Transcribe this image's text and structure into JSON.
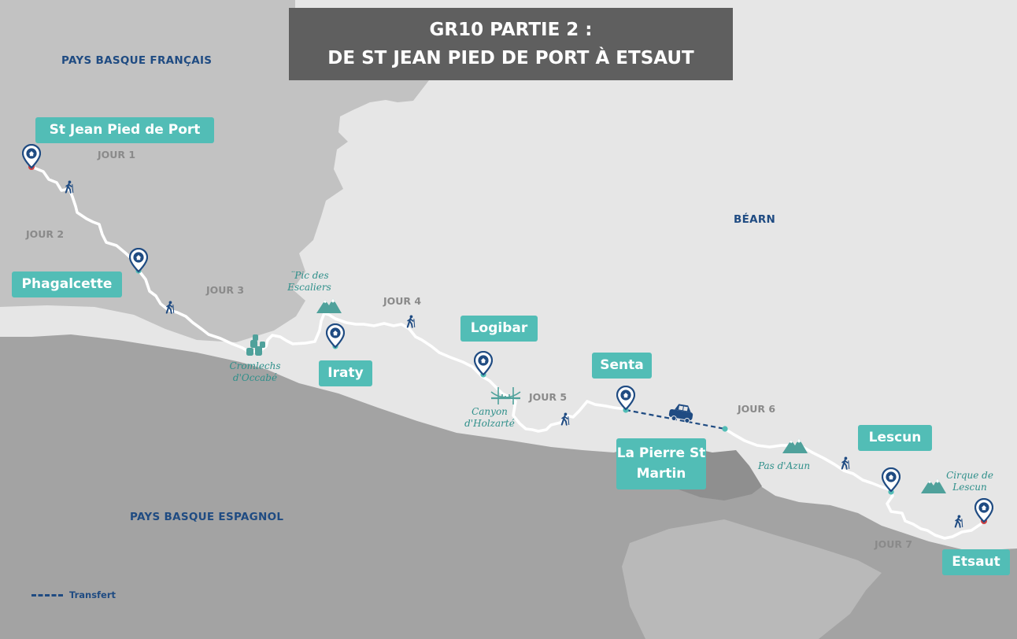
{
  "title": {
    "line1": "GR10 PARTIE 2 :",
    "line2": "DE ST JEAN PIED DE PORT À ETSAUT"
  },
  "colors": {
    "france_land": "#e6e6e6",
    "spain_land": "#a3a3a3",
    "basque_dark": "#c2c2c2",
    "title_bg": "#5f5f5f",
    "accent_teal": "#52bdb6",
    "navy": "#1f4b82",
    "route": "#ffffff",
    "start_end_dot": "#d14040"
  },
  "regions": {
    "pays_basque_francais": "PAYS BASQUE FRANÇAIS",
    "bearn": "BÉARN",
    "pays_basque_espagnol": "PAYS BASQUE ESPAGNOL"
  },
  "stages": {
    "jour1": "JOUR 1",
    "jour2": "JOUR 2",
    "jour3": "JOUR 3",
    "jour4": "JOUR 4",
    "jour5": "JOUR 5",
    "jour6": "JOUR 6",
    "jour7": "JOUR 7"
  },
  "towns": {
    "st_jean": "St Jean Pied de Port",
    "phagalcette": "Phagalcette",
    "iraty": "Iraty",
    "logibar": "Logibar",
    "senta": "Senta",
    "la_pierre_line1": "La Pierre St",
    "la_pierre_line2": "Martin",
    "lescun": "Lescun",
    "etsaut": "Etsaut"
  },
  "points_of_interest": {
    "pic_line1": "¨Pic des",
    "pic_line2": "Escaliers",
    "cromlechs_line1": "Cromlechs",
    "cromlechs_line2": "d'Occabé",
    "canyon_line1": "Canyon",
    "canyon_line2": "d'Holzarté",
    "pas_azun": "Pas d'Azun",
    "cirque_line1": "Cirque de",
    "cirque_line2": "Lescun"
  },
  "legend": {
    "transfert": "Transfert"
  },
  "icons": {
    "lodging": "map-pin-house-icon",
    "hiker": "hiker-icon",
    "mountain": "mountain-icon",
    "stones": "standing-stones-icon",
    "bridge": "suspension-bridge-icon",
    "car": "car-icon"
  }
}
